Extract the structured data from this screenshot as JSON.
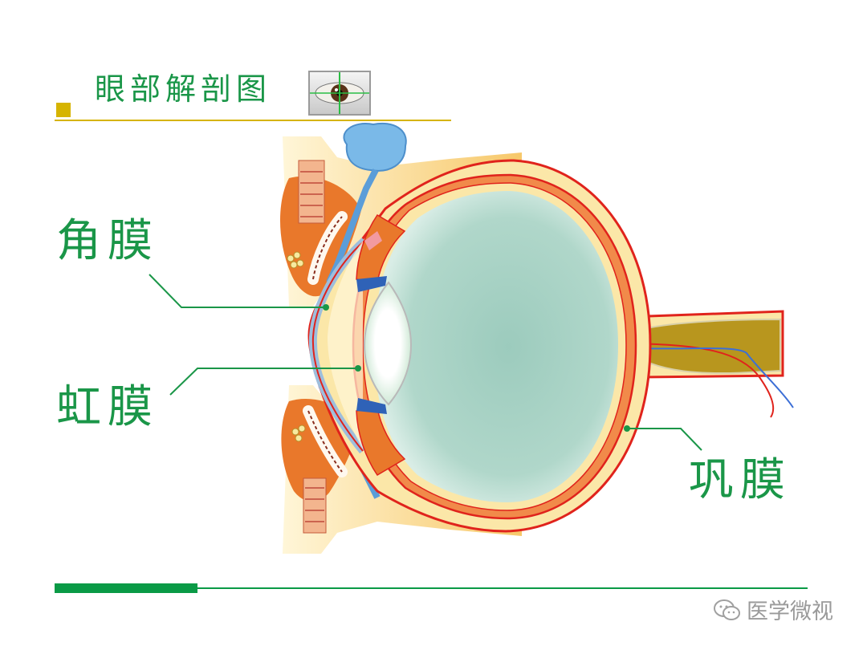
{
  "title": "眼部解剖图",
  "labels": {
    "cornea": "角膜",
    "iris": "虹膜",
    "sclera": "巩膜"
  },
  "watermark": "医学微视",
  "colors": {
    "accent_green": "#1a9648",
    "accent_yellow": "#d6b400",
    "footer_green": "#0a9a46",
    "sclera_red": "#e0231c",
    "sclera_yellow": "#fbe7a8",
    "vitreous": "#a9d3c5",
    "optic_nerve": "#b8961e"
  },
  "icons": [
    "eye-thumbnail-icon",
    "wechat-icon"
  ]
}
